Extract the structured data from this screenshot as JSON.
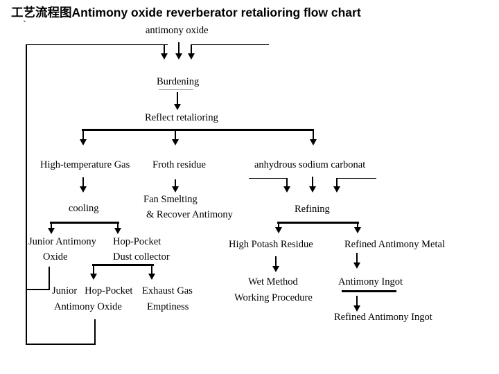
{
  "title": "工艺流程图Antimony oxide reverberator retalioring flow chart",
  "stray_mark": "`",
  "nodes": {
    "antimony_oxide": "antimony oxide",
    "burdening": "Burdening",
    "reflect_retalioring": "Reflect retalioring",
    "high_temperature_gas": "High-temperature Gas",
    "froth_residue": "Froth residue",
    "anhydrous_sodium_carbonat": "anhydrous sodium carbonat",
    "cooling": "cooling",
    "fan_smelting_1": "Fan Smelting",
    "fan_smelting_2": "& Recover Antimony",
    "refining": "Refining",
    "junior_antimony_1": "Junior Antimony",
    "junior_antimony_2": "Oxide",
    "hop_pocket_1": "Hop-Pocket",
    "hop_pocket_2": "Dust collector",
    "high_potash_residue": "High Potash Residue",
    "refined_antimony_metal": "Refined Antimony Metal",
    "junior_hop_pocket_1": "Junior   Hop-Pocket",
    "junior_hop_pocket_2": "Antimony Oxide",
    "exhaust_gas_1": "Exhaust Gas",
    "exhaust_gas_2": "Emptiness",
    "wet_method_1": "Wet Method",
    "wet_method_2": "Working Procedure",
    "antimony_ingot": "Antimony Ingot",
    "refined_antimony_ingot": "Refined Antimony Ingot"
  },
  "colors": {
    "line": "#000000",
    "text": "#000000",
    "background": "#ffffff",
    "burdening_underline": "#999999"
  }
}
